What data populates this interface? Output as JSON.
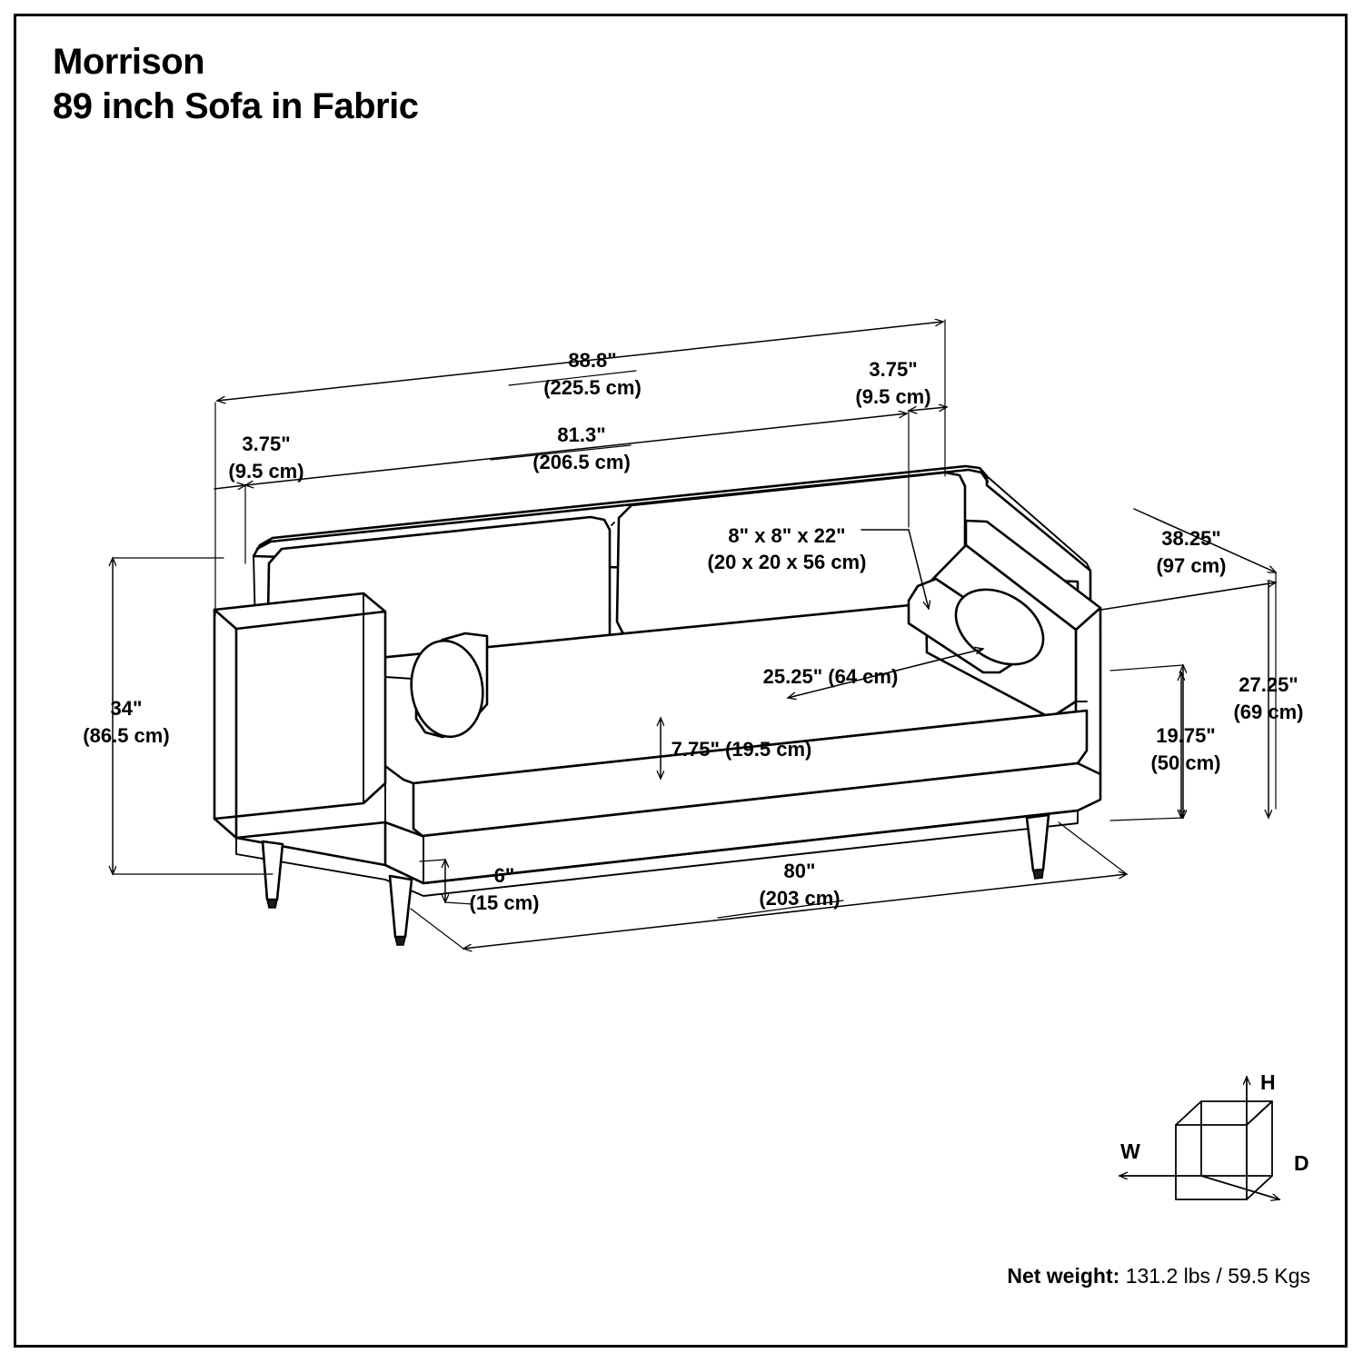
{
  "document": {
    "product_name": "Morrison",
    "product_subtitle": "89 inch Sofa in Fabric"
  },
  "footer": {
    "net_weight_label": "Net weight:",
    "net_weight_value": "131.2 lbs / 59.5 Kgs"
  },
  "legend": {
    "height_letter": "H",
    "width_letter": "W",
    "depth_letter": "D"
  },
  "dimensions": {
    "overall_width": {
      "imperial": "88.8\"",
      "metric": "(225.5 cm)"
    },
    "inner_width": {
      "imperial": "81.3\"",
      "metric": "(206.5 cm)"
    },
    "arm_width_right": {
      "imperial": "3.75\"",
      "metric": "(9.5 cm)"
    },
    "arm_width_left": {
      "imperial": "3.75\"",
      "metric": "(9.5 cm)"
    },
    "overall_depth": {
      "imperial": "38.25\"",
      "metric": "(97 cm)"
    },
    "overall_height": {
      "imperial": "34\"",
      "metric": "(86.5 cm)"
    },
    "arm_height": {
      "imperial": "27.25\"",
      "metric": "(69 cm)"
    },
    "seat_height": {
      "imperial": "19.75\"",
      "metric": "(50 cm)"
    },
    "seat_depth": {
      "combined": "25.25\" (64 cm)"
    },
    "seat_cushion_thickness": {
      "combined": "7.75\" (19.5 cm)"
    },
    "leg_height": {
      "imperial": "6\"",
      "metric": "(15 cm)"
    },
    "base_width": {
      "imperial": "80\"",
      "metric": "(203 cm)"
    },
    "bolster_pillow": {
      "imperial": "8\" x 8\" x 22\"",
      "metric": "(20 x 20 x 56 cm)"
    }
  },
  "colors": {
    "line": "#000000",
    "background": "#ffffff",
    "foot": "#1a1a1a"
  }
}
